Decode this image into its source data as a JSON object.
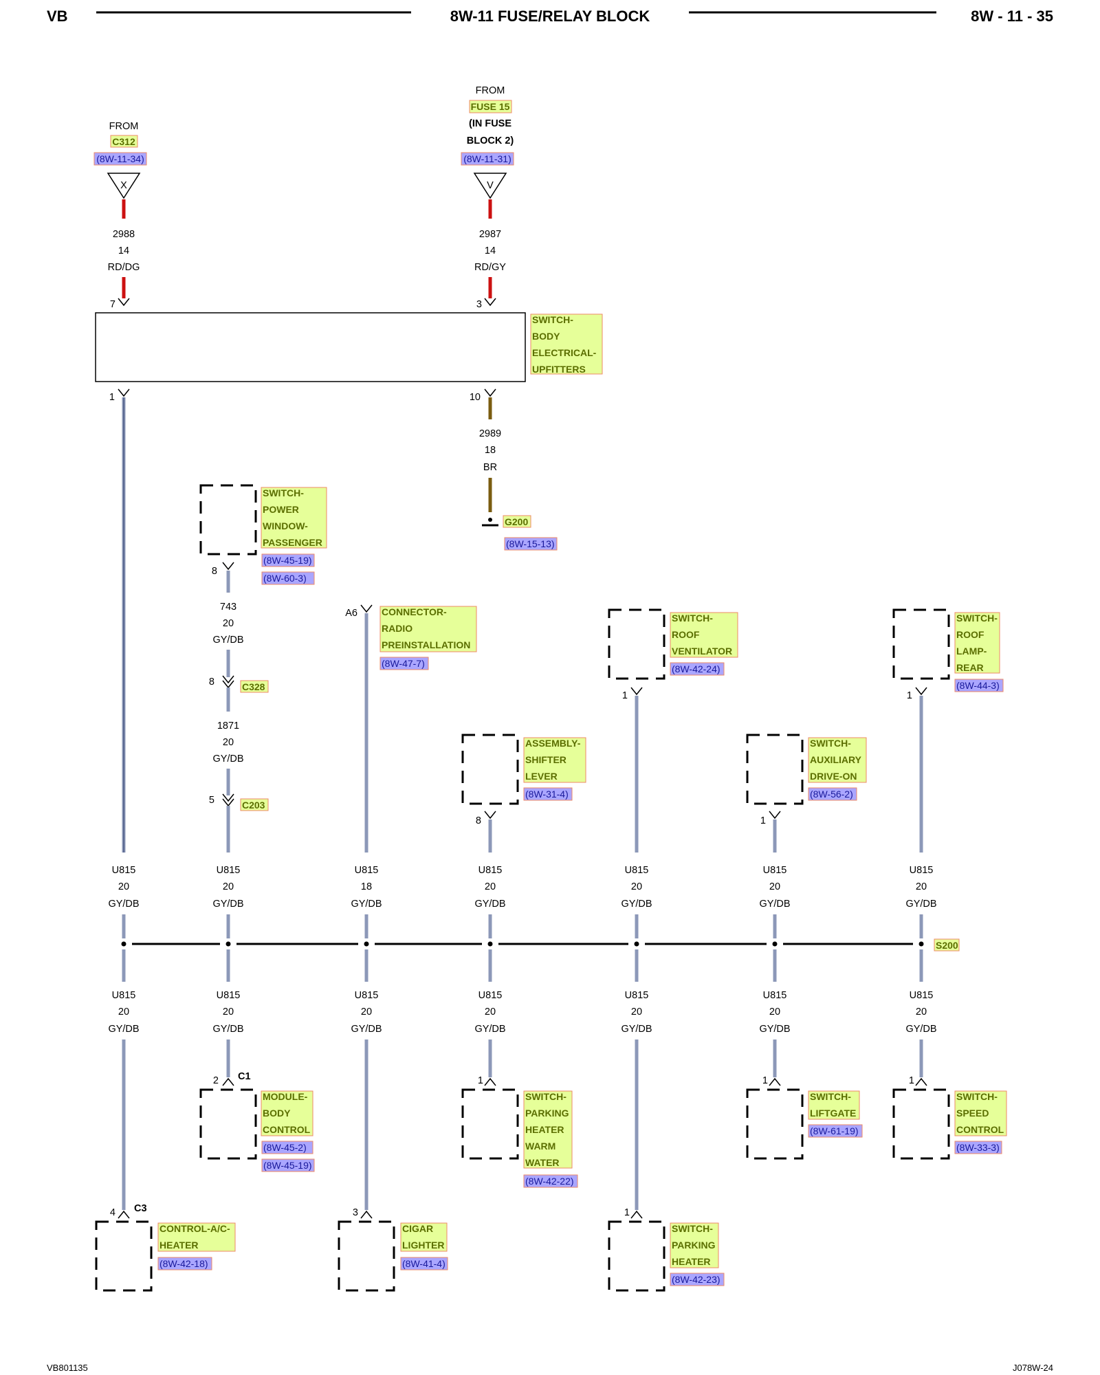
{
  "header": {
    "left": "VB",
    "title": "8W-11 FUSE/RELAY BLOCK",
    "page": "8W - 11 - 35"
  },
  "footer": {
    "left": "VB801135",
    "right": "J078W-24"
  },
  "sources": [
    {
      "from": "FROM",
      "name_lines": [
        "C312"
      ],
      "ref": "(8W-11-34)",
      "symbol": "X",
      "circuit": "2988",
      "gauge": "14",
      "color": "RD/DG",
      "pin": "7"
    },
    {
      "from": "FROM",
      "name_lines": [
        "FUSE 15",
        "(IN FUSE",
        "BLOCK 2)"
      ],
      "ref": "(8W-11-31)",
      "symbol": "V",
      "circuit": "2987",
      "gauge": "14",
      "color": "RD/GY",
      "pin": "3"
    }
  ],
  "upfitter_switch": {
    "label_lines": [
      "SWITCH-",
      "BODY",
      "ELECTRICAL-",
      "UPFITTERS"
    ],
    "out_pin_left": "1",
    "out_pin_right": "10"
  },
  "ground_wire": {
    "circuit": "2989",
    "gauge": "18",
    "color": "BR",
    "ground": "G200",
    "ref": "(8W-15-13)"
  },
  "window_switch": {
    "label_lines": [
      "SWITCH-",
      "POWER",
      "WINDOW-",
      "PASSENGER"
    ],
    "refs": [
      "(8W-45-19)",
      "(8W-60-3)"
    ],
    "pin": "8"
  },
  "window_path": [
    {
      "circuit": "743",
      "gauge": "20",
      "color": "GY/DB"
    },
    {
      "pin": "8",
      "connector": "C328"
    },
    {
      "circuit": "1871",
      "gauge": "20",
      "color": "GY/DB"
    },
    {
      "pin": "5",
      "connector": "C203"
    }
  ],
  "radio_connector": {
    "pin": "A6",
    "label_lines": [
      "CONNECTOR-",
      "RADIO",
      "PREINSTALLATION"
    ],
    "ref": "(8W-47-7)"
  },
  "upper_devices": [
    {
      "label_lines": [
        "SWITCH-",
        "ROOF",
        "VENTILATOR"
      ],
      "ref": "(8W-42-24)",
      "pin": "1"
    },
    {
      "label_lines": [
        "SWITCH-",
        "ROOF",
        "LAMP-",
        "REAR"
      ],
      "ref": "(8W-44-3)",
      "pin": "1"
    },
    {
      "label_lines": [
        "ASSEMBLY-",
        "SHIFTER",
        "LEVER"
      ],
      "ref": "(8W-31-4)",
      "pin": "8"
    },
    {
      "label_lines": [
        "SWITCH-",
        "AUXILIARY",
        "DRIVE-ON"
      ],
      "ref": "(8W-56-2)",
      "pin": "1"
    }
  ],
  "bus": {
    "splice": "S200",
    "upper_wires": [
      {
        "circuit": "U815",
        "gauge": "20",
        "color": "GY/DB"
      },
      {
        "circuit": "U815",
        "gauge": "20",
        "color": "GY/DB"
      },
      {
        "circuit": "U815",
        "gauge": "18",
        "color": "GY/DB"
      },
      {
        "circuit": "U815",
        "gauge": "20",
        "color": "GY/DB"
      },
      {
        "circuit": "U815",
        "gauge": "20",
        "color": "GY/DB"
      },
      {
        "circuit": "U815",
        "gauge": "20",
        "color": "GY/DB"
      },
      {
        "circuit": "U815",
        "gauge": "20",
        "color": "GY/DB"
      }
    ],
    "lower_wires": [
      {
        "circuit": "U815",
        "gauge": "20",
        "color": "GY/DB"
      },
      {
        "circuit": "U815",
        "gauge": "20",
        "color": "GY/DB"
      },
      {
        "circuit": "U815",
        "gauge": "20",
        "color": "GY/DB"
      },
      {
        "circuit": "U815",
        "gauge": "20",
        "color": "GY/DB"
      },
      {
        "circuit": "U815",
        "gauge": "20",
        "color": "GY/DB"
      },
      {
        "circuit": "U815",
        "gauge": "20",
        "color": "GY/DB"
      },
      {
        "circuit": "U815",
        "gauge": "20",
        "color": "GY/DB"
      }
    ]
  },
  "lower_devices": [
    {
      "label_lines": [
        "MODULE-",
        "BODY",
        "CONTROL"
      ],
      "refs": [
        "(8W-45-2)",
        "(8W-45-19)"
      ],
      "pin": "2",
      "connector": "C1"
    },
    {
      "label_lines": [
        "SWITCH-",
        "PARKING",
        "HEATER",
        "WARM",
        "WATER"
      ],
      "refs": [
        "(8W-42-22)"
      ],
      "pin": "1"
    },
    {
      "label_lines": [
        "SWITCH-",
        "LIFTGATE"
      ],
      "refs": [
        "(8W-61-19)"
      ],
      "pin": "1"
    },
    {
      "label_lines": [
        "SWITCH-",
        "SPEED",
        "CONTROL"
      ],
      "refs": [
        "(8W-33-3)"
      ],
      "pin": "1"
    },
    {
      "label_lines": [
        "CONTROL-A/C-",
        "HEATER"
      ],
      "refs": [
        "(8W-42-18)"
      ],
      "pin": "4",
      "connector": "C3"
    },
    {
      "label_lines": [
        "CIGAR",
        "LIGHTER"
      ],
      "refs": [
        "(8W-41-4)"
      ],
      "pin": "3"
    },
    {
      "label_lines": [
        "SWITCH-",
        "PARKING",
        "HEATER"
      ],
      "refs": [
        "(8W-42-23)"
      ],
      "pin": "1"
    }
  ],
  "colors": {
    "red_wire": "#cc1111",
    "brown_wire": "#7a5c10",
    "gray_wire": "#8c98b8",
    "label_fill": "#e6ff99",
    "label_border": "#ee8866",
    "ref_fill": "#aaa6ff"
  }
}
